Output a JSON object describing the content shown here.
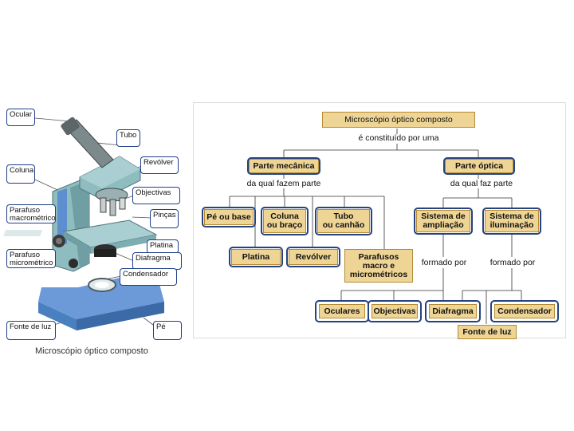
{
  "microscope": {
    "caption": "Microscópio óptico composto",
    "labels": {
      "ocular": "Ocular",
      "tubo": "Tubo",
      "revolver": "Revólver",
      "coluna": "Coluna",
      "objectivas": "Objectivas",
      "parafuso_macro": "Parafuso macrométrico",
      "pincas": "Pinças",
      "platina": "Platina",
      "parafuso_micro": "Parafuso micrométrico",
      "diafragma": "Diafragma",
      "condensador": "Condensador",
      "fonte_luz": "Fonte de luz",
      "pe": "Pé"
    }
  },
  "concept_map": {
    "root": "Microscópio óptico composto",
    "root_link": "é constituído por uma",
    "mecanica": "Parte mecânica",
    "mecanica_link": "da qual fazem parte",
    "optica": "Parte óptica",
    "optica_link": "da qual faz parte",
    "pe_base": "Pé ou base",
    "coluna_line1": "Coluna",
    "coluna_line2": "ou braço",
    "tubo_line1": "Tubo",
    "tubo_line2": "ou canhão",
    "platina": "Platina",
    "revolver": "Revólver",
    "parafusos_line1": "Parafusos",
    "parafusos_line2": "macro e",
    "parafusos_line3": "micrométricos",
    "ampliacao_line1": "Sistema de",
    "ampliacao_line2": "ampliação",
    "iluminacao_line1": "Sistema de",
    "iluminacao_line2": "iluminação",
    "formado_por_1": "formado por",
    "formado_por_2": "formado por",
    "oculares": "Oculares",
    "objectivas": "Objectivas",
    "diafragma": "Diafragma",
    "condensador": "Condensador",
    "fonte_luz": "Fonte de luz"
  },
  "colors": {
    "box_fill": "#efd595",
    "box_border": "#b58b35",
    "highlight": "#24437f",
    "microscope_body": "#7fb3b8",
    "microscope_base": "#5b8fd0"
  }
}
